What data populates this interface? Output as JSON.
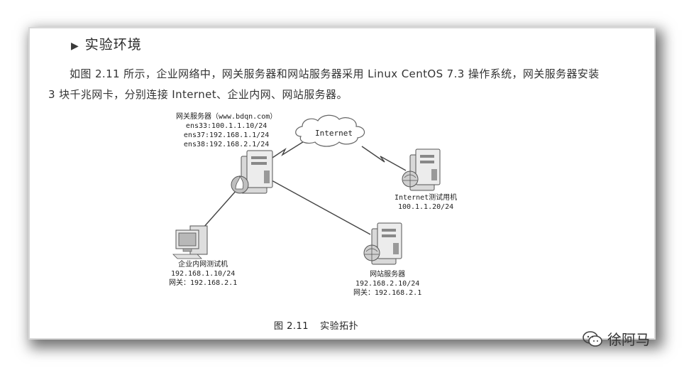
{
  "section": {
    "marker": "▶",
    "title": "实验环境"
  },
  "paragraph": "如图 2.11 所示，企业网络中，网关服务器和网站服务器采用 Linux CentOS 7.3 操作系统，网关服务器安装 3 块千兆网卡，分别连接 Internet、企业内网、网站服务器。",
  "diagram": {
    "cloud_label": "Internet",
    "gateway": {
      "lines": [
        "网关服务器（www.bdqn.com）",
        "ens33:100.1.1.10/24",
        "ens37:192.168.1.1/24",
        "ens38:192.168.2.1/24"
      ]
    },
    "internet_host": {
      "lines": [
        "Internet测试用机",
        "100.1.1.20/24"
      ]
    },
    "intranet_host": {
      "lines": [
        "企业内网测试机",
        "192.168.1.10/24",
        "网关：192.168.2.1"
      ]
    },
    "web_server": {
      "lines": [
        "网站服务器",
        "192.168.2.10/24",
        "网关：192.168.2.1"
      ]
    }
  },
  "caption": {
    "number": "图 2.11",
    "text": "实验拓扑"
  },
  "watermark": {
    "text": "徐阿马",
    "icon": "wechat-icon"
  }
}
